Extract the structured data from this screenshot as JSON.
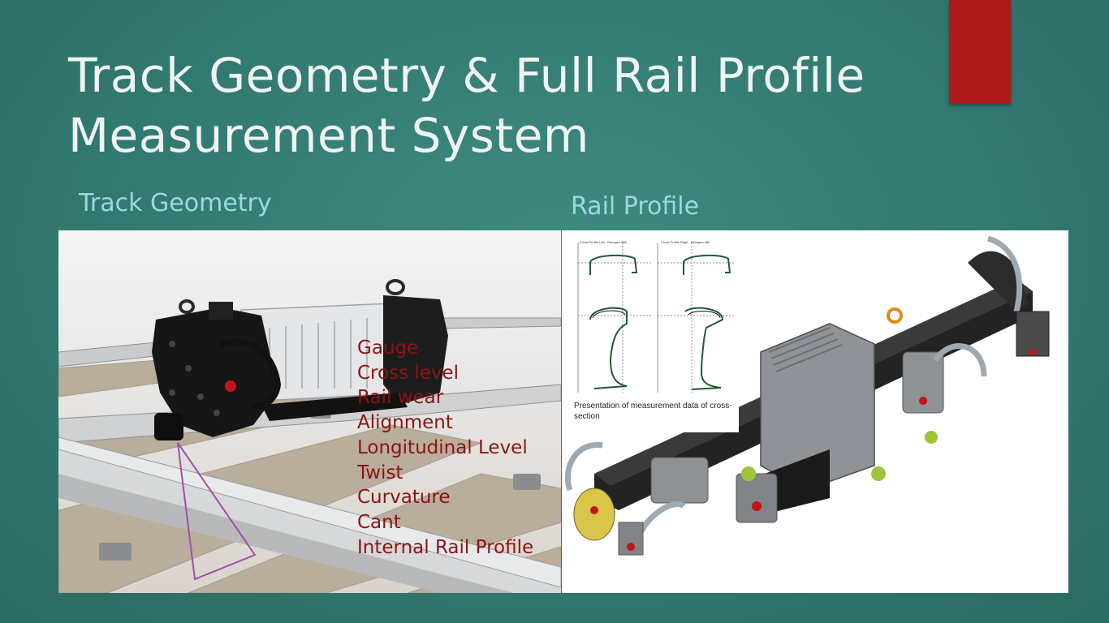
{
  "slide": {
    "title_line1": "Track Geometry & Full Rail Profile",
    "title_line2": "Measurement System",
    "colors": {
      "background": "#327a71",
      "accent": "#ae1a1a",
      "title": "#eef4f2",
      "subtitle": "#9cd8e0",
      "parameter_text": "#8b1414"
    }
  },
  "left": {
    "heading": "Track Geometry",
    "parameters": [
      "Gauge",
      "Cross level",
      "Rail wear",
      "Alignment",
      "Longitudinal Level",
      "Twist",
      "Curvature",
      "Cant",
      "Internal Rail Profile"
    ]
  },
  "right": {
    "heading": "Rail Profile",
    "inset": {
      "header_left": "Cross Profile Left - Reinigen 986",
      "header_right": "Cross Profile Right - Reinigen 986",
      "caption": "Presentation of measurement data of cross- section"
    }
  }
}
